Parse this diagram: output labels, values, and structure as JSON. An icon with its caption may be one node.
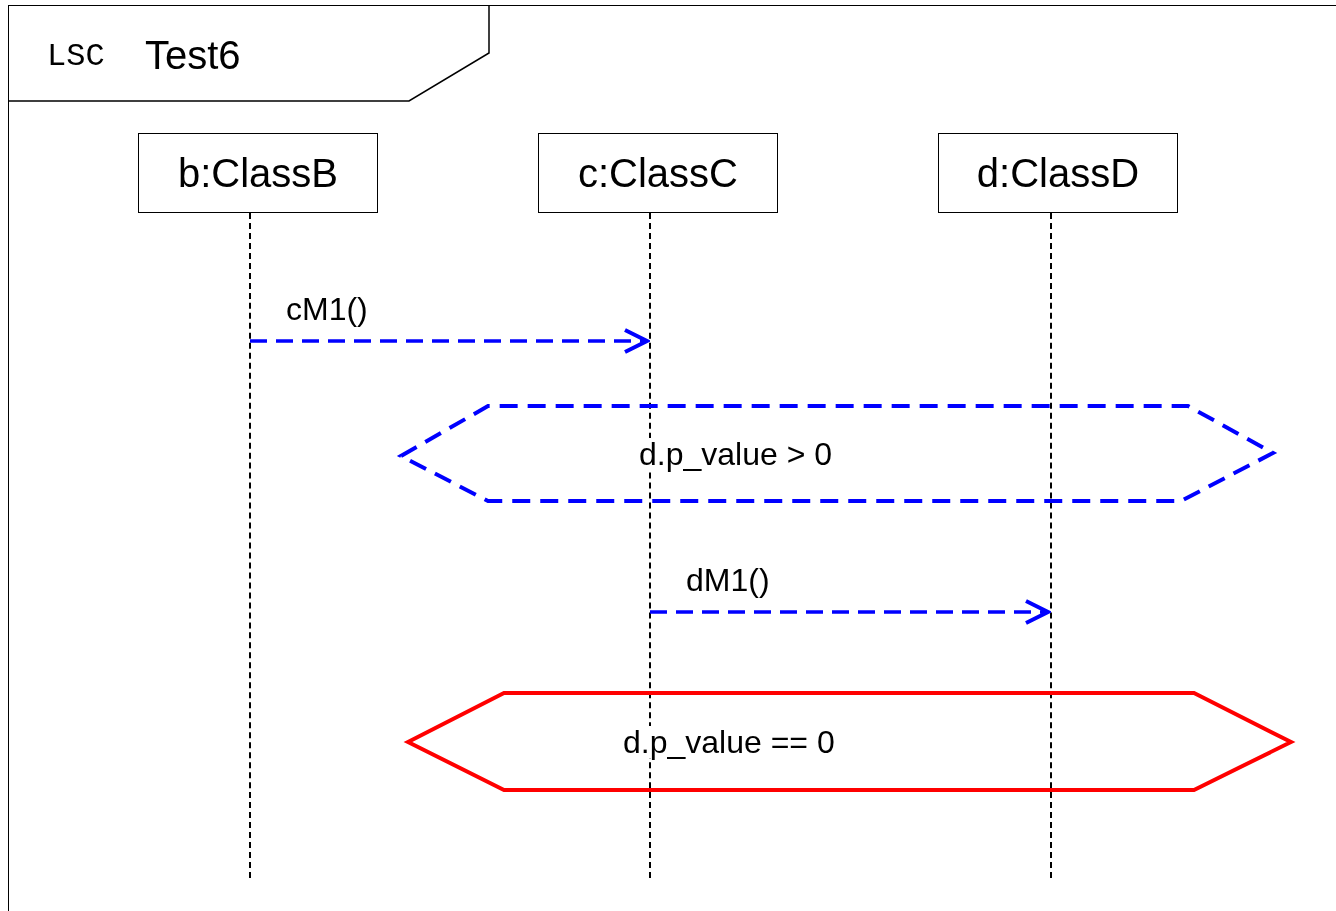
{
  "diagram": {
    "nodes": [
      {
        "text": [
          "LSC",
          "Test6"
        ]
      },
      {
        "text": [
          "b:ClassB"
        ],
        "in": 0
      },
      {
        "text": [
          "c:ClassC"
        ],
        "in": 0
      },
      {
        "text": [
          "d:ClassD"
        ],
        "in": 0
      },
      {
        "text": [],
        "shape": "line",
        "in": 0
      },
      {
        "text": [],
        "shape": "line",
        "in": 0
      },
      {
        "text": [],
        "shape": "line",
        "in": 0
      },
      {
        "text": [
          "d.p_value > 0"
        ],
        "in": 0
      },
      {
        "text": [
          "d.p_value == 0"
        ],
        "in": 0
      }
    ],
    "edges": [
      {
        "from": 4,
        "to": 5,
        "arrow": "to",
        "label": "cM1()",
        "style": "dashed",
        "color": "#0000ff"
      },
      {
        "from": 5,
        "to": 6,
        "arrow": "to",
        "label": "dM1()",
        "style": "dashed",
        "color": "#0000ff"
      }
    ]
  }
}
